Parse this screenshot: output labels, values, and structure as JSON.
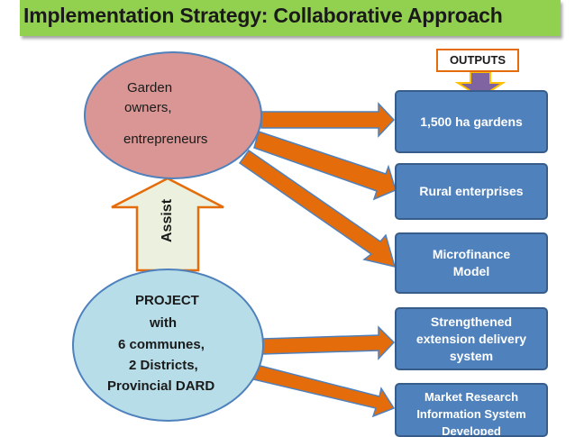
{
  "title": "Implementation Strategy:  Collaborative Approach",
  "outputs_label": "OUTPUTS",
  "assist_label": "Assist",
  "top_circle": {
    "lines": [
      "Garden",
      "owners,",
      "entrepreneurs"
    ]
  },
  "bottom_circle": {
    "lines": [
      "PROJECT",
      "with",
      "6 communes,",
      "2 Districts,",
      "Provincial DARD"
    ]
  },
  "outputs": [
    {
      "lines": [
        "1,500 ha gardens"
      ]
    },
    {
      "lines": [
        "Rural enterprises"
      ]
    },
    {
      "lines": [
        "Microfinance",
        "Model"
      ]
    },
    {
      "lines": [
        "Strengthened",
        "extension delivery",
        "system"
      ]
    },
    {
      "lines": [
        "Market Research",
        "Information System",
        "Developed"
      ]
    }
  ],
  "colors": {
    "title_bar": "#92d050",
    "top_circle_fill": "#d99694",
    "bottom_circle_fill": "#b7dde8",
    "output_box": "#4f81bd",
    "arrow": "#e46c0a",
    "assist_arrow": "#ebf1de",
    "down_arrow": "#8064a2"
  }
}
